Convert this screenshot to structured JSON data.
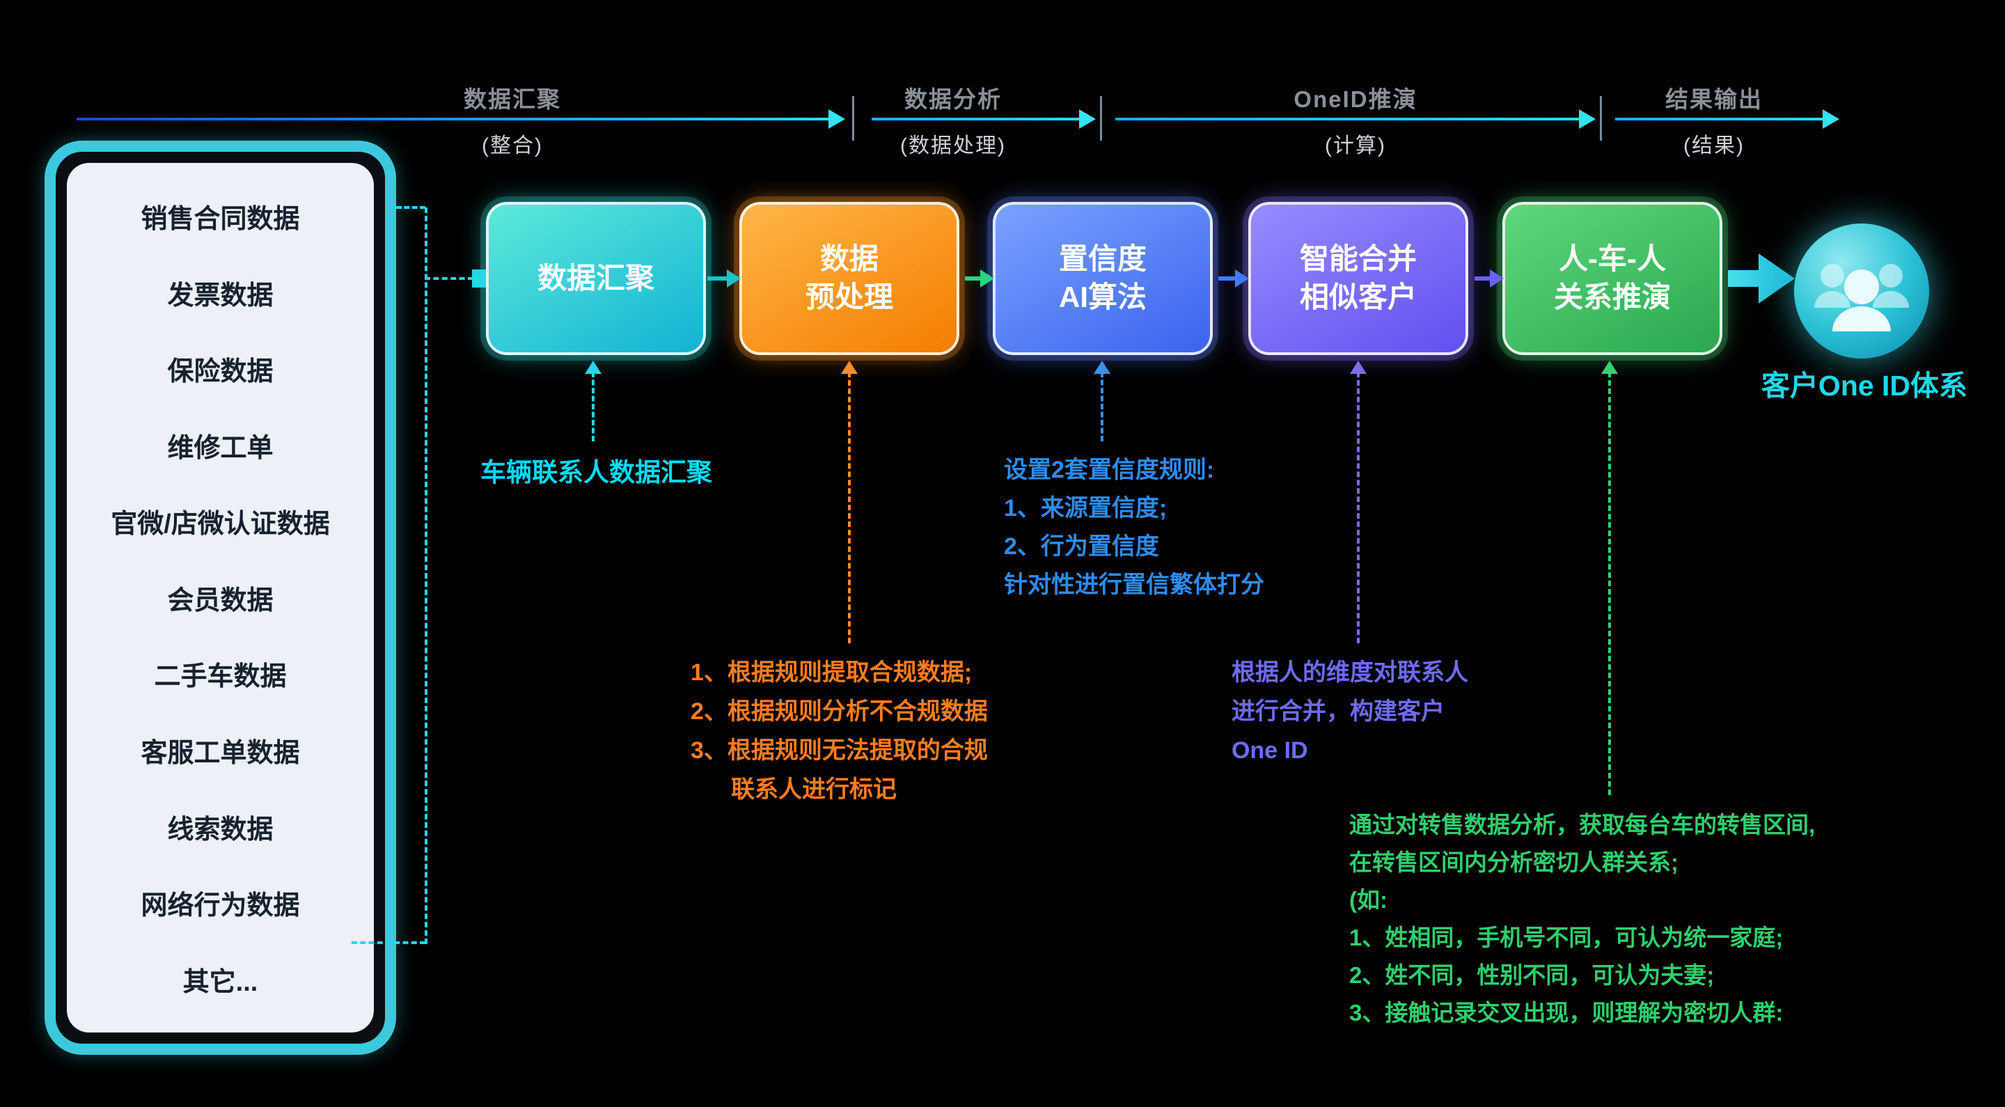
{
  "colors": {
    "accent_cyan": "#2fd9ee",
    "panel_border": "#3cc9dd",
    "box_teal": "#14b8d0",
    "box_orange": "#f57d00",
    "box_blue": "#3a63ef",
    "box_purple": "#6150f0",
    "box_green": "#2aa74f",
    "annotation_cyan": "#00dcf5",
    "annotation_orange": "#ff7d1f",
    "annotation_blue": "#2d8cf0",
    "annotation_purple": "#6f6bf7",
    "annotation_green": "#2fcf6e"
  },
  "phases": [
    {
      "title": "数据汇聚",
      "subtitle": "(整合)"
    },
    {
      "title": "数据分析",
      "subtitle": "(数据处理)"
    },
    {
      "title": "OneID推演",
      "subtitle": "(计算)"
    },
    {
      "title": "结果输出",
      "subtitle": "(结果)"
    }
  ],
  "sources": {
    "items": [
      "销售合同数据",
      "发票数据",
      "保险数据",
      "维修工单",
      "官微/店微认证数据",
      "会员数据",
      "二手车数据",
      "客服工单数据",
      "线索数据",
      "网络行为数据",
      "其它..."
    ]
  },
  "flow": {
    "boxes": [
      {
        "label": "数据汇聚"
      },
      {
        "label": "数据\n预处理"
      },
      {
        "label": "置信度\nAI算法"
      },
      {
        "label": "智能合并\n相似客户"
      },
      {
        "label": "人-车-人\n关系推演"
      }
    ],
    "result_label": "客户One ID体系",
    "result_icon": "people-group-icon"
  },
  "annotations": {
    "aggregation": {
      "text": "车辆联系人数据汇聚"
    },
    "preprocess": {
      "lines": [
        "1、根据规则提取合规数据;",
        "2、根据规则分析不合规数据",
        "3、根据规则无法提取的合规",
        "联系人进行标记"
      ]
    },
    "confidence": {
      "lines": [
        "设置2套置信度规则:",
        "1、来源置信度;",
        "2、行为置信度",
        "针对性进行置信繁体打分"
      ]
    },
    "merge": {
      "lines": [
        "根据人的维度对联系人",
        "进行合并，构建客户",
        "One ID"
      ]
    },
    "relation": {
      "lines": [
        "通过对转售数据分析，获取每台车的转售区间,",
        "在转售区间内分析密切人群关系;",
        "(如:",
        "1、姓相同，手机号不同，可认为统一家庭;",
        "2、姓不同，性别不同，可认为夫妻;",
        "3、接触记录交叉出现，则理解为密切人群:"
      ]
    }
  }
}
